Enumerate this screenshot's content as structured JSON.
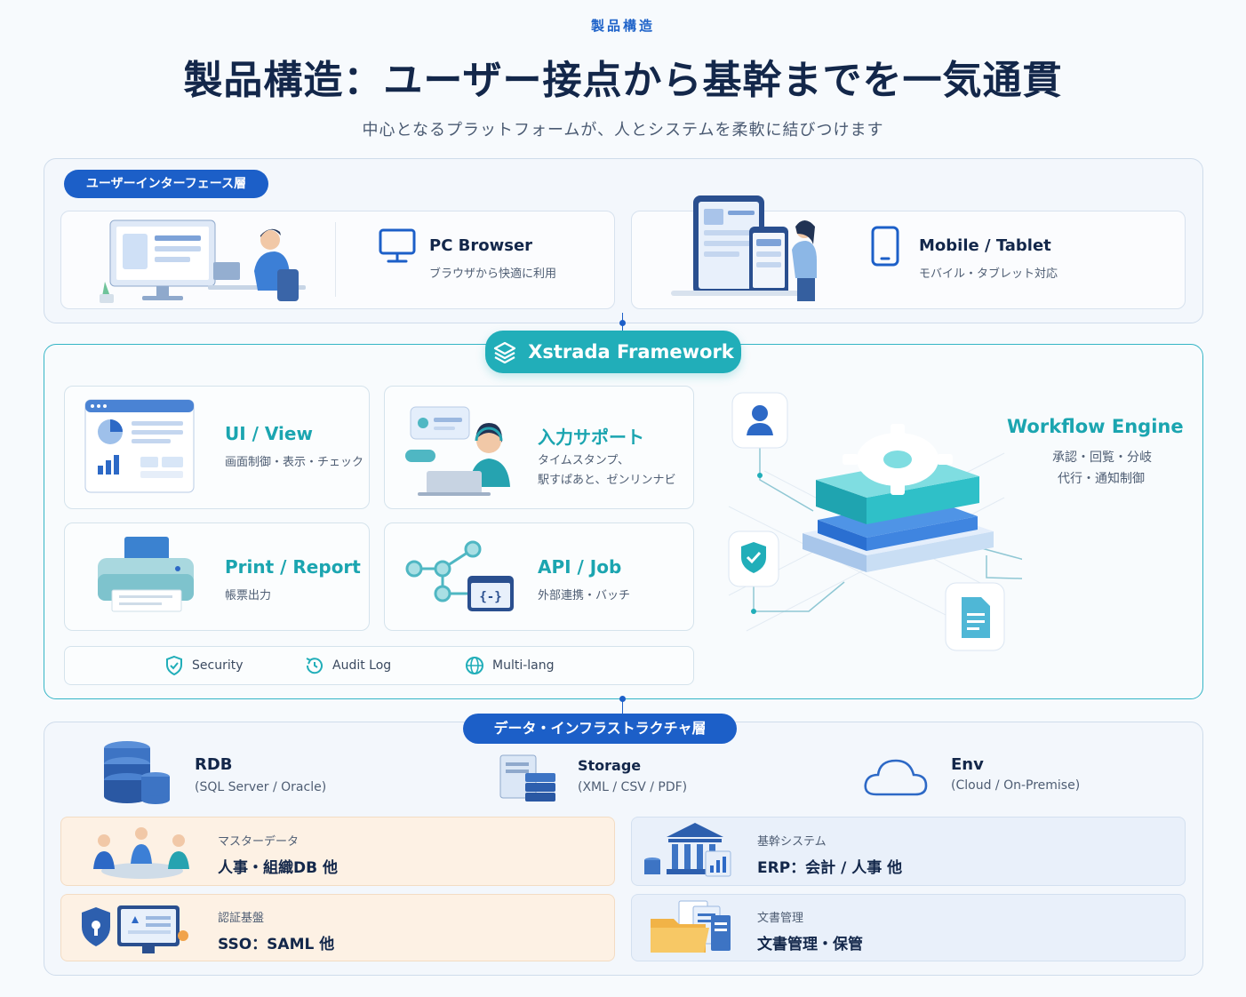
{
  "header": {
    "eyebrow": "製品構造",
    "title": "製品構造：ユーザー接点から基幹までを一気通貫",
    "subtitle": "中心となるプラットフォームが、人とシステムを柔軟に結びつけます"
  },
  "ui_layer": {
    "label": "ユーザーインターフェース層",
    "cards": [
      {
        "title": "PC Browser",
        "desc": "ブラウザから快適に利用",
        "icon": "monitor-icon"
      },
      {
        "title": "Mobile / Tablet",
        "desc": "モバイル・タブレット対応",
        "icon": "smartphone-icon"
      }
    ]
  },
  "framework": {
    "label": "Xstrada Framework",
    "modules": [
      {
        "title": "UI / View",
        "desc": "画面制御・表示・チェック"
      },
      {
        "title": "入力サポート",
        "desc1": "タイムスタンプ、",
        "desc2": "駅すぱあと、ゼンリンナビ"
      },
      {
        "title": "Print / Report",
        "desc": "帳票出力"
      },
      {
        "title": "API / Job",
        "desc": "外部連携・バッチ"
      }
    ],
    "footer": [
      {
        "label": "Security",
        "icon": "shield-check-icon"
      },
      {
        "label": "Audit Log",
        "icon": "history-icon"
      },
      {
        "label": "Multi-lang",
        "icon": "globe-icon"
      }
    ],
    "workflow": {
      "title": "Workflow Engine",
      "line1": "承認・回覧・分岐",
      "line2": "代行・通知制御"
    }
  },
  "data_layer": {
    "label": "データ・インフラストラクチャ層",
    "infra": [
      {
        "title": "RDB",
        "desc": "(SQL Server / Oracle)",
        "icon": "database-icon"
      },
      {
        "title": "Storage",
        "desc": "(XML / CSV / PDF)",
        "icon": "storage-icon"
      },
      {
        "title": "Env",
        "desc": "(Cloud / On-Premise)",
        "icon": "cloud-icon"
      }
    ],
    "rows": [
      {
        "label": "マスターデータ",
        "value": "人事・組織DB 他"
      },
      {
        "label": "基幹システム",
        "value": "ERP：会計 / 人事 他"
      },
      {
        "label": "認証基盤",
        "value": "SSO：SAML 他"
      },
      {
        "label": "文書管理",
        "value": "文書管理・保管"
      }
    ]
  },
  "colors": {
    "primary_blue": "#1c5fc8",
    "teal": "#1ba5b0",
    "navy": "#13274a",
    "orange_row": "#fdf1e4"
  }
}
